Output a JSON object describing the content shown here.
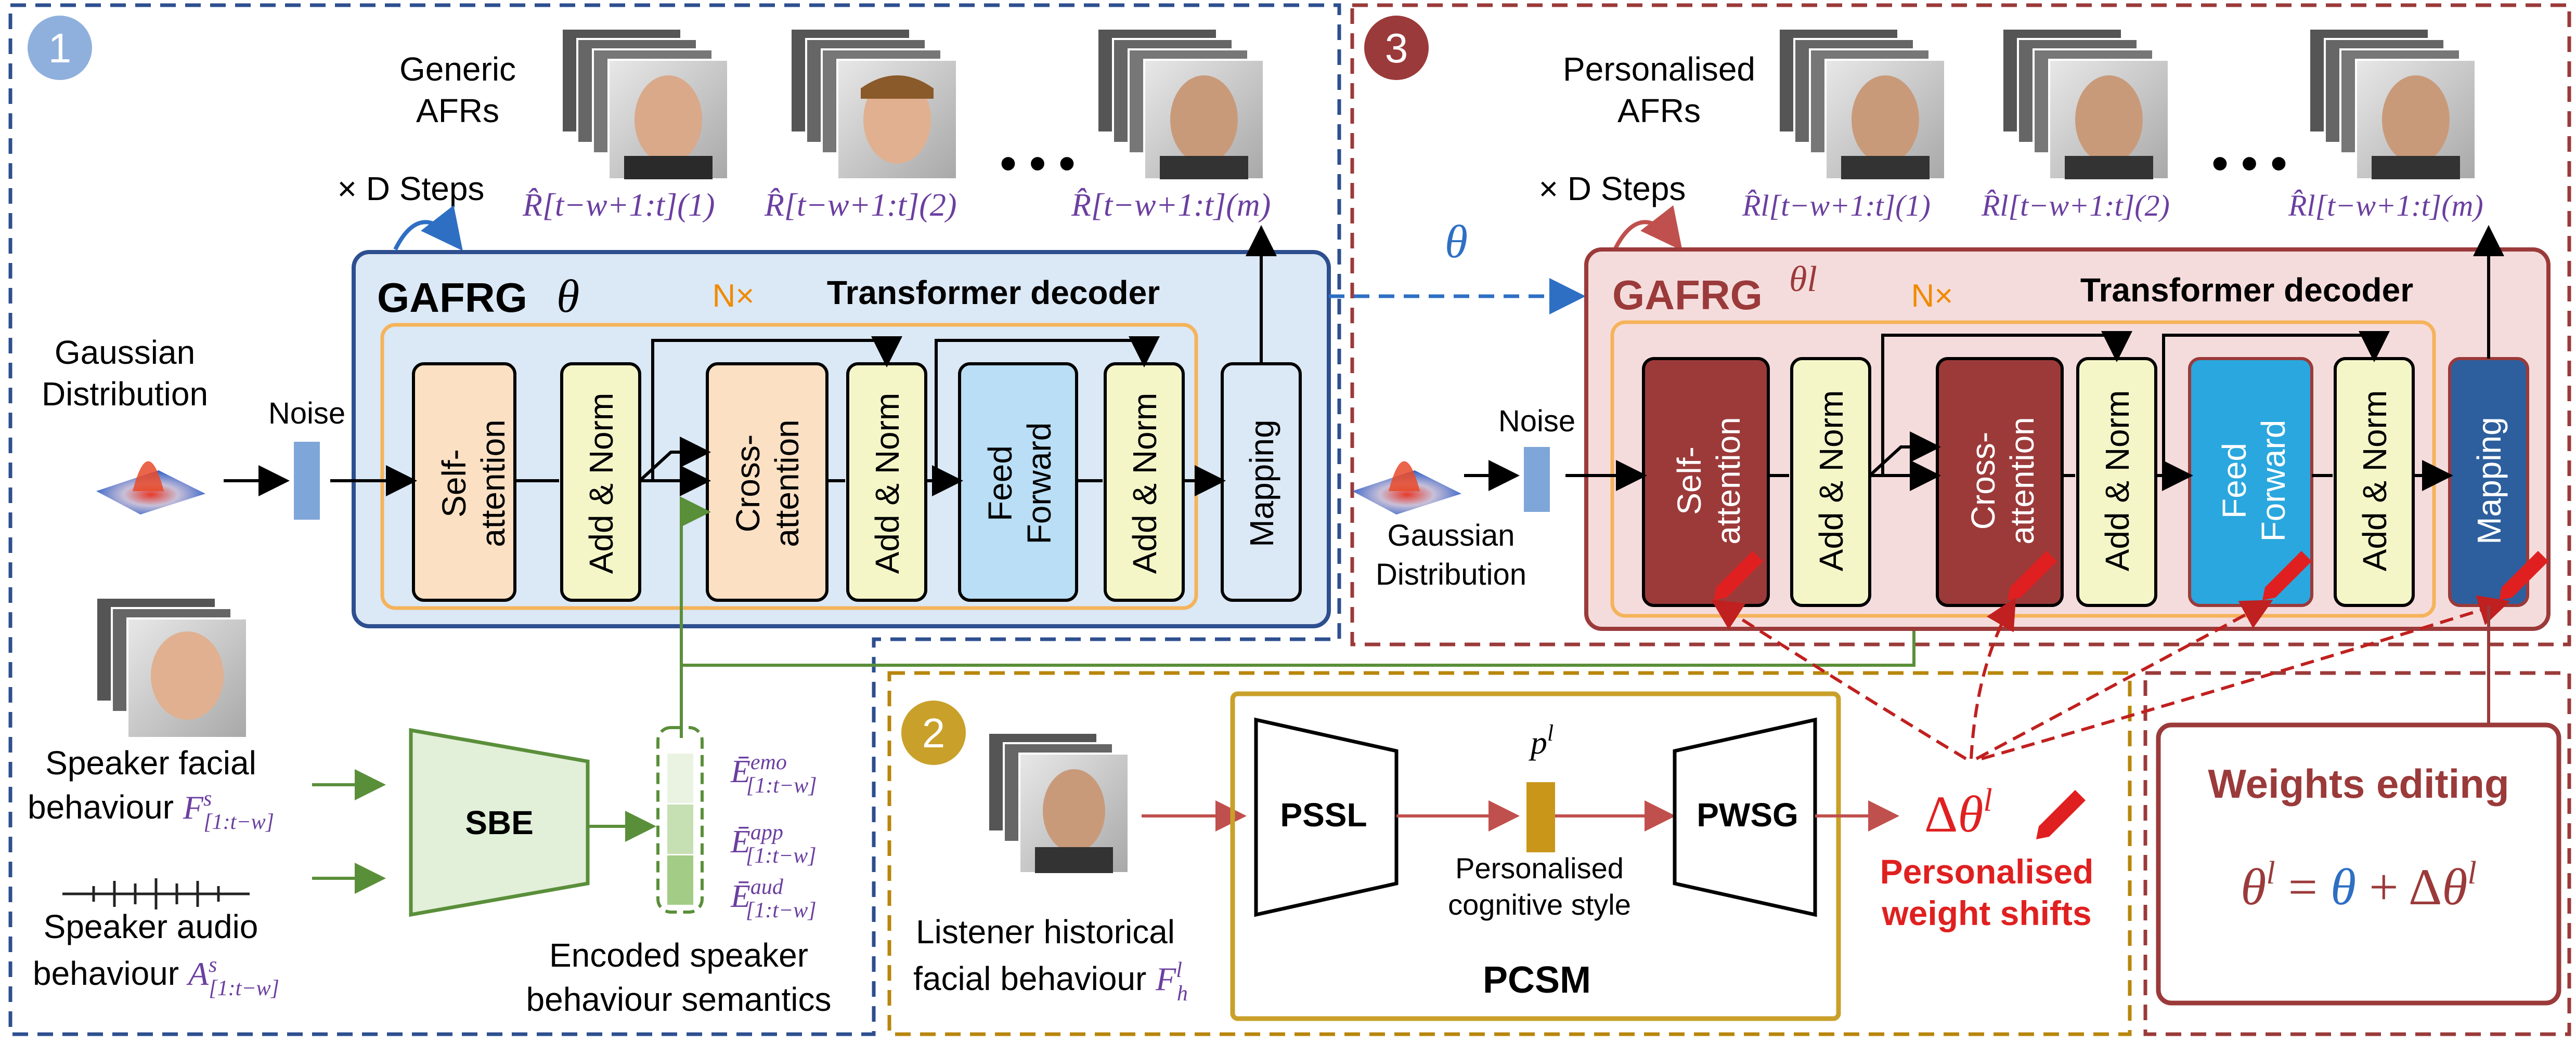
{
  "panel1": {
    "badge": "1",
    "generic_afrs": [
      "Generic",
      "AFRs"
    ],
    "steps": "× D Steps",
    "r_labels": [
      "R̂[t−w+1:t](1)",
      "R̂[t−w+1:t](2)",
      "R̂[t−w+1:t](m)"
    ],
    "dots": "• • •",
    "gafrg": "GAFRG",
    "gafrg_param": "θ",
    "nx": "N×",
    "transformer": "Transformer decoder",
    "gaussian": [
      "Gaussian",
      "Distribution"
    ],
    "noise": "Noise",
    "blocks": [
      "Self-\nattention",
      "Add & Norm",
      "Cross-\nattention",
      "Add & Norm",
      "Feed\nForward",
      "Add & Norm",
      "Mapping"
    ]
  },
  "theta_link": "θ",
  "panel3": {
    "badge": "3",
    "personalised_afrs": [
      "Personalised",
      "AFRs"
    ],
    "steps": "× D Steps",
    "r_labels": [
      "R̂l[t−w+1:t](1)",
      "R̂l[t−w+1:t](2)",
      "R̂l[t−w+1:t](m)"
    ],
    "dots": "• • •",
    "gafrg": "GAFRG",
    "gafrg_param": "θl",
    "nx": "N×",
    "transformer": "Transformer decoder",
    "gaussian": [
      "Gaussian",
      "Distribution"
    ],
    "noise": "Noise",
    "blocks": [
      "Self-\nattention",
      "Add & Norm",
      "Cross-\nattention",
      "Add & Norm",
      "Feed\nForward",
      "Add & Norm",
      "Mapping"
    ]
  },
  "speaker": {
    "facial": [
      "Speaker facial",
      "behaviour F s [1:t−w]"
    ],
    "audio": [
      "Speaker audio",
      "behaviour A s [1:t−w]"
    ],
    "sbe": "SBE",
    "encoded": [
      "Encoded speaker",
      "behaviour semantics"
    ],
    "e_labels": [
      "Ē emo [1:t−w]",
      "Ē app [1:t−w]",
      "Ē aud [1:t−w]"
    ]
  },
  "panel2": {
    "badge": "2",
    "listener": [
      "Listener historical",
      "facial behaviour F l h"
    ],
    "pssl": "PSSL",
    "pl": "p l",
    "pwsg": "PWSG",
    "cognitive": [
      "Personalised",
      "cognitive style"
    ],
    "pcsm": "PCSM",
    "delta": "Δθ l",
    "shifts": [
      "Personalised",
      "weight shifts"
    ]
  },
  "weights": {
    "title": "Weights editing",
    "equation": "θ l = θ + Δθ l"
  },
  "colors": {
    "blue_dash": "#2e4f8f",
    "red_dash": "#9b3a3a",
    "gold_dash": "#b8860b",
    "panel_blue": "#dbe8f5",
    "panel_red": "#f5dcdc",
    "orange_frame": "#f5b35a",
    "block_orange": "#fbe0c3",
    "block_yellow": "#f4f6c8",
    "block_cyan": "#b9def5",
    "block_dark_red": "#9c3a3a",
    "block_bright_cyan": "#2aa7de",
    "block_dark_blue": "#2d5f9e",
    "green": "#5a8f3a",
    "red_arrow": "#c0504d",
    "purple": "#6b3fa0",
    "bright_red": "#e02020"
  }
}
